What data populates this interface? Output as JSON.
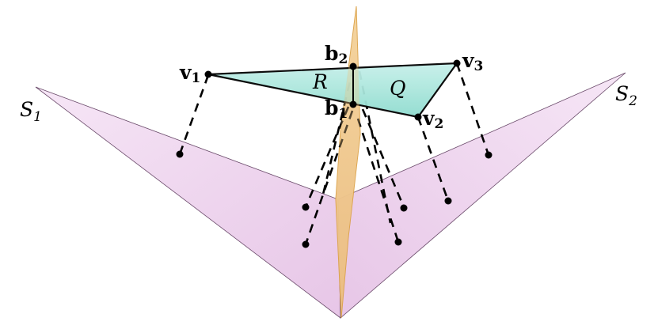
{
  "diagram": {
    "labels": {
      "S1": {
        "base": "S",
        "sub": "1"
      },
      "S2": {
        "base": "S",
        "sub": "2"
      },
      "v1": {
        "base": "v",
        "sub": "1"
      },
      "v2": {
        "base": "v",
        "sub": "2"
      },
      "v3": {
        "base": "v",
        "sub": "3"
      },
      "b1": {
        "base": "b",
        "sub": "1"
      },
      "b2": {
        "base": "b",
        "sub": "2"
      },
      "R": "R",
      "Q": "Q"
    },
    "colors": {
      "surface_fill": "#efd8ef",
      "surface_edge": "#5a3a5a",
      "plane_fill": "#f0c98a",
      "plane_edge": "#d79a3a",
      "triangle_fill": "#a8e6dc",
      "line": "#000000"
    }
  }
}
